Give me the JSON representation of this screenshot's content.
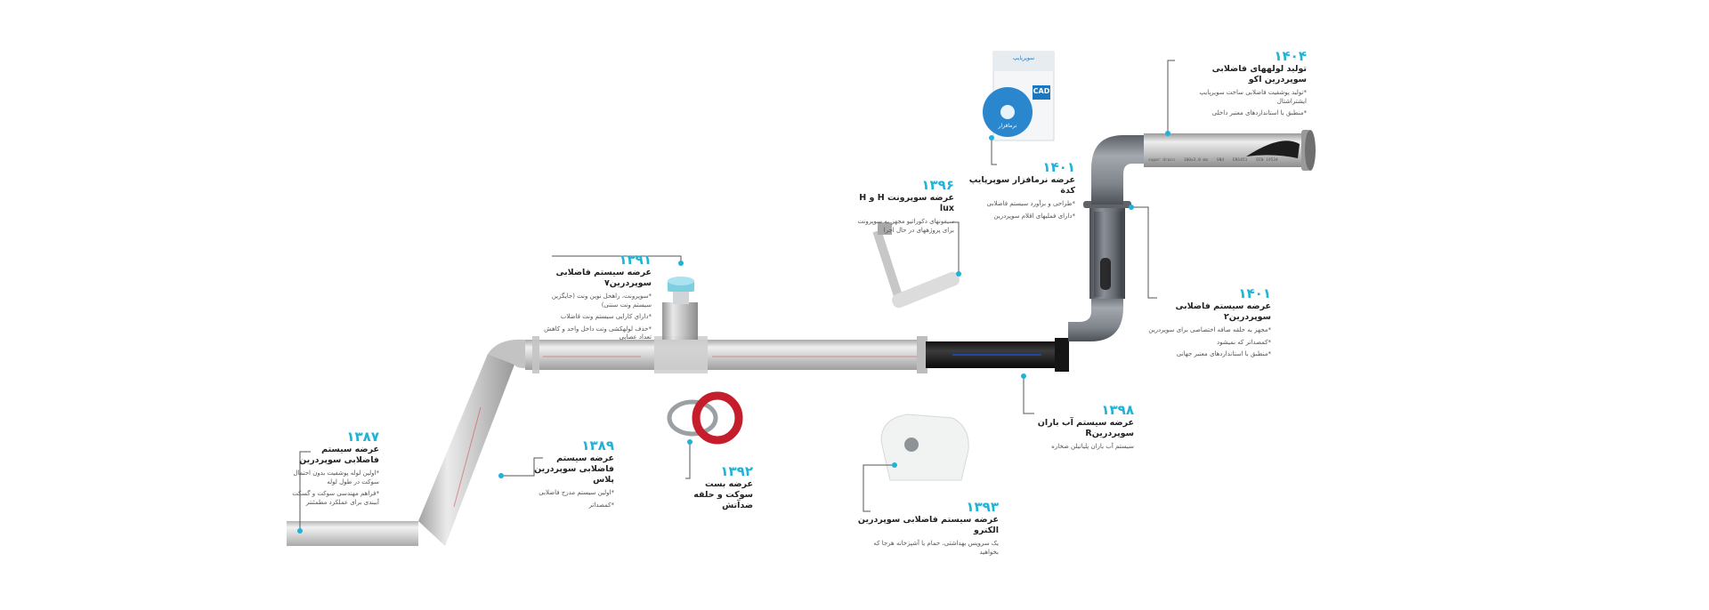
{
  "accent_color": "#1fb3d6",
  "milestones": [
    {
      "id": "m1387",
      "year": "۱۳۸۷",
      "title": "عرضه سیستم فاضلابی سوپردرین",
      "desc": [
        "*اولین لوله پوشفیت بدون احتمال سوکت در طول لوله",
        "*فراهم مهندسی سوکت و گسکت آببندی برای عملکرد مطمئنتر"
      ]
    },
    {
      "id": "m1389",
      "year": "۱۳۸۹",
      "title": "عرضه سیستم فاضلابی سوپردرین پلاس",
      "desc": [
        "*اولین سیستم مدرج فاضلابی",
        "*کمصداتر"
      ]
    },
    {
      "id": "m1391",
      "year": "۱۳۹۱",
      "title": "عرضه سیستم فاضلابی سوپردرین۷",
      "desc": [
        "*سوپرونت، راهحل نوین ونت (جایگزین سیستم ونت سنتی)",
        "*داراي کارایی سیستم ونت فاضلاب",
        "*حذف لولهکشی ونت داخل واحد و کاهش تعداد عصایی"
      ]
    },
    {
      "id": "m1392",
      "year": "۱۳۹۲",
      "title": "عرضه بست سوکت و حلقه ضدآتش",
      "desc": []
    },
    {
      "id": "m1393",
      "year": "۱۳۹۳",
      "title": "عرضه سیستم فاضلابی سوپردرین الکترو",
      "desc": [
        "یک سرویس بهداشتی، حمام یا آشپزخانه هرجا که بخواهید"
      ]
    },
    {
      "id": "m1396",
      "year": "۱۳۹۶",
      "title": "عرضه سوپرونت H و H lux",
      "desc": [
        "سیفونهای دکوراتیو مجهز به سوپرونت برای پروژههای در حال اجرا"
      ]
    },
    {
      "id": "m1398",
      "year": "۱۳۹۸",
      "title": "عرضه سیستم آب باران سوپردرینR",
      "desc": [
        "سیستم آب باران پلیاتیلن صخاره"
      ]
    },
    {
      "id": "m1401a",
      "year": "۱۴۰۱",
      "title": "عرضه نرمافزار سوپرپایپ کدة",
      "desc": [
        "*طراحی و برآورد سیستم فاضلابی",
        "*دارای فملیهای اقلام سوپردرین"
      ]
    },
    {
      "id": "m1401b",
      "year": "۱۴۰۱",
      "title": "عرضه سیستم فاضلابی سوپردرین۲",
      "desc": [
        "*مجهز به حلقه صافه اختصاصی برای سوپردرین",
        "*کمصداتر که نمیشود",
        "*منطبق با استانداردهای معتبر جهانی"
      ]
    },
    {
      "id": "m1404",
      "year": "۱۴۰۴",
      "title": "تولید لولههای فاضلابی سوپردرین اکو",
      "desc": [
        "*تولید پوشفیت فاضلابی ساخت سوپرپایپ ایشتراشتال",
        "*منطبق با استانداردهای معتبر داخلی"
      ]
    }
  ],
  "product_box": {
    "brand": "سوپرپایپ",
    "label": "CAD",
    "disc_text": "نرمافزار"
  },
  "pipe_print": [
    "super drain",
    "100x3.0 mm",
    "SN4",
    "EN1451",
    "DIN 19534"
  ]
}
